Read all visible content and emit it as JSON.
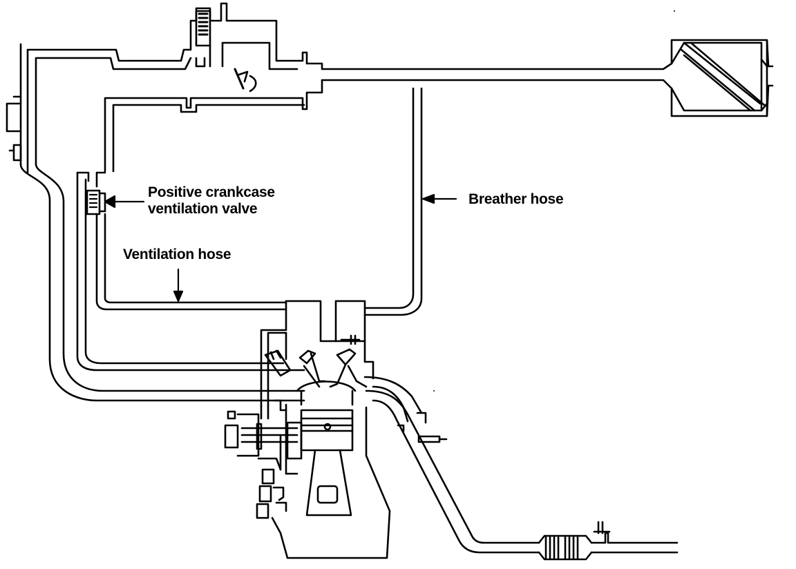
{
  "labels": {
    "pcv_line1": "Positive crankcase",
    "pcv_line2": "ventilation valve",
    "breather_hose": "Breather hose",
    "ventilation_hose": "Ventilation hose"
  },
  "colors": {
    "ink": "#000000",
    "paper": "#ffffff"
  }
}
